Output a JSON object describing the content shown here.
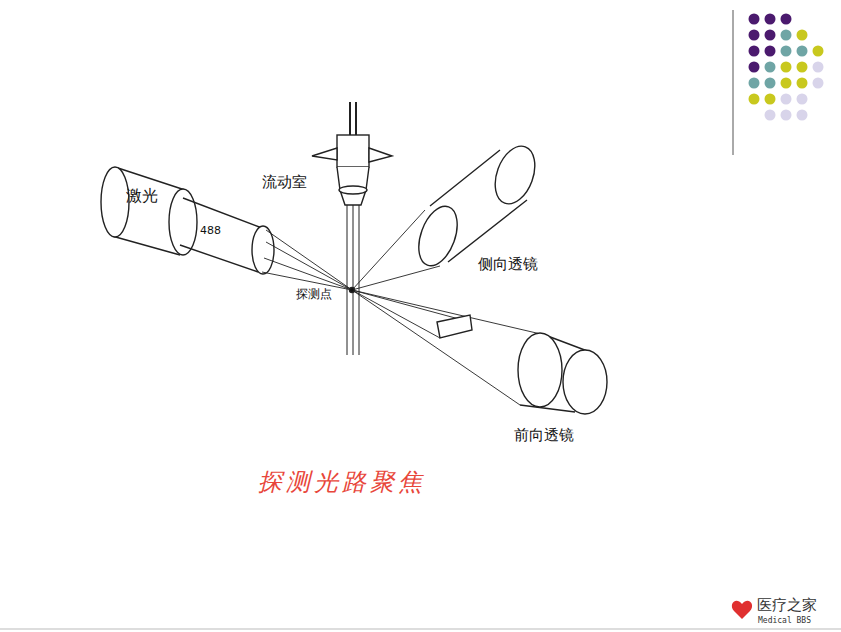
{
  "diagram": {
    "caption": "探测光路聚焦",
    "labels": [
      "激光",
      "488",
      "流动室",
      "探测点",
      "侧向透镜",
      "前向透镜",
      "医疗之家",
      "Medical BBS"
    ]
  }
}
